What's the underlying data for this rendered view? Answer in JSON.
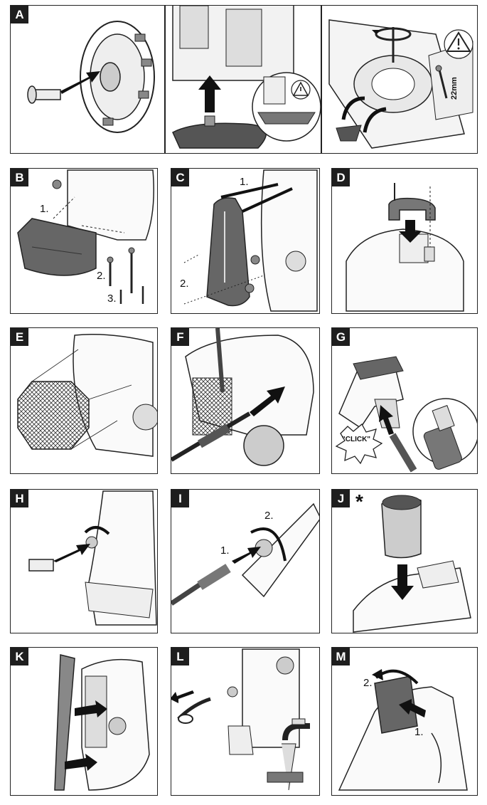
{
  "panels": {
    "a": {
      "tag": "A",
      "dimension": "22mm"
    },
    "b": {
      "tag": "B",
      "steps": [
        "1.",
        "2.",
        "3."
      ]
    },
    "c": {
      "tag": "C",
      "steps": [
        "1.",
        "2."
      ]
    },
    "d": {
      "tag": "D"
    },
    "e": {
      "tag": "E"
    },
    "f": {
      "tag": "F"
    },
    "g": {
      "tag": "G",
      "click_text": "\"CLICK\""
    },
    "h": {
      "tag": "H"
    },
    "i": {
      "tag": "I",
      "steps": [
        "1.",
        "2."
      ]
    },
    "j": {
      "tag": "J",
      "note_mark": "*"
    },
    "k": {
      "tag": "K"
    },
    "l": {
      "tag": "L"
    },
    "m": {
      "tag": "M",
      "steps": [
        "2.",
        "1."
      ]
    }
  },
  "icons": [
    "warning-triangle-icon",
    "arrow-icon",
    "screw-icon"
  ],
  "colors": {
    "line": "#222222",
    "panel_fill": "#ffffff",
    "part_gray": "#7a7a7a",
    "dark_gray": "#4a4a4a",
    "tag_bg": "#1e1e1e"
  }
}
